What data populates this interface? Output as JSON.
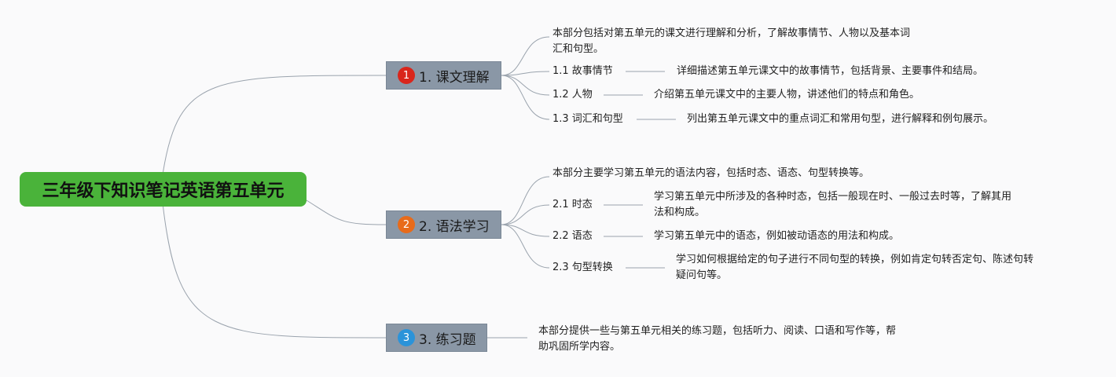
{
  "root": {
    "title": "三年级下知识笔记英语第五单元"
  },
  "colors": {
    "root_bg": "#4ab33a",
    "branch_bg": "#8a97a6",
    "line": "#9aa3ad",
    "badge_red": "#d9261c",
    "badge_orange": "#e86b1a",
    "badge_blue": "#2b93d9"
  },
  "branches": [
    {
      "badge": "1",
      "badge_color": "#d9261c",
      "label": "1. 课文理解",
      "summary_lines": [
        "本部分包括对第五单元的课文进行理解和分析，了解故事情节、人物以及基本词",
        "汇和句型。"
      ],
      "items": [
        {
          "label": "1.1 故事情节",
          "desc_lines": [
            "详细描述第五单元课文中的故事情节，包括背景、主要事件和结局。"
          ]
        },
        {
          "label": "1.2 人物",
          "desc_lines": [
            "介绍第五单元课文中的主要人物，讲述他们的特点和角色。"
          ]
        },
        {
          "label": "1.3 词汇和句型",
          "desc_lines": [
            "列出第五单元课文中的重点词汇和常用句型，进行解释和例句展示。"
          ]
        }
      ]
    },
    {
      "badge": "2",
      "badge_color": "#e86b1a",
      "label": "2. 语法学习",
      "summary_lines": [
        "本部分主要学习第五单元的语法内容，包括时态、语态、句型转换等。"
      ],
      "items": [
        {
          "label": "2.1 时态",
          "desc_lines": [
            "学习第五单元中所涉及的各种时态，包括一般现在时、一般过去时等，了解其用",
            "法和构成。"
          ]
        },
        {
          "label": "2.2 语态",
          "desc_lines": [
            "学习第五单元中的语态，例如被动语态的用法和构成。"
          ]
        },
        {
          "label": "2.3 句型转换",
          "desc_lines": [
            "学习如何根据给定的句子进行不同句型的转换，例如肯定句转否定句、陈述句转",
            "疑问句等。"
          ]
        }
      ]
    },
    {
      "badge": "3",
      "badge_color": "#2b93d9",
      "label": "3. 练习题",
      "summary_lines": [
        "本部分提供一些与第五单元相关的练习题，包括听力、阅读、口语和写作等，帮",
        "助巩固所学内容。"
      ],
      "items": []
    }
  ]
}
